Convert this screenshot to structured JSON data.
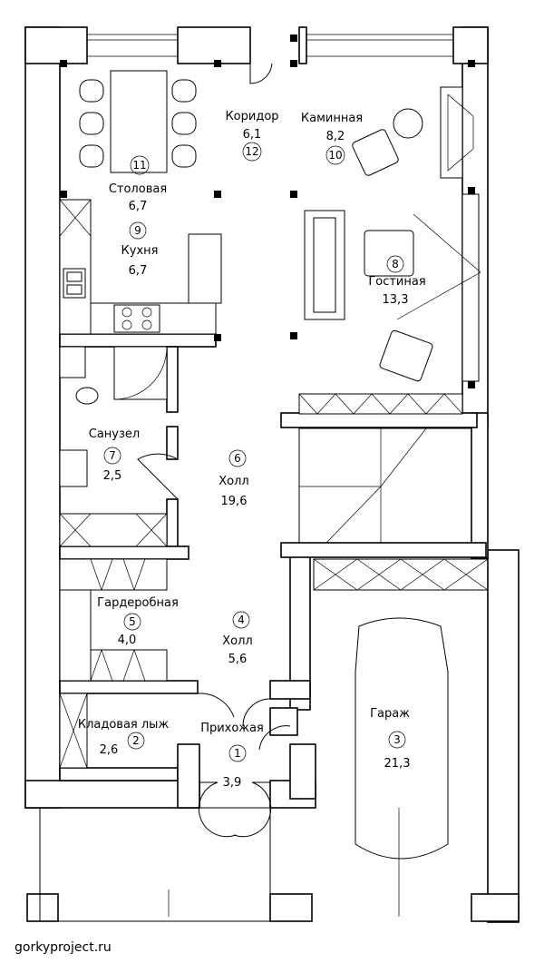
{
  "rooms": [
    {
      "id": "r1",
      "name": "Прихожая",
      "area": "3,9",
      "num": "1"
    },
    {
      "id": "r2",
      "name": "Кладовая лыж",
      "area": "2,6",
      "num": "2"
    },
    {
      "id": "r3",
      "name": "Гараж",
      "area": "21,3",
      "num": "3"
    },
    {
      "id": "r4",
      "name": "Холл",
      "area": "5,6",
      "num": "4"
    },
    {
      "id": "r5",
      "name": "Гардеробная",
      "area": "4,0",
      "num": "5"
    },
    {
      "id": "r6",
      "name": "Холл",
      "area": "19,6",
      "num": "6"
    },
    {
      "id": "r7",
      "name": "Санузел",
      "area": "2,5",
      "num": "7"
    },
    {
      "id": "r8",
      "name": "Гостиная",
      "area": "13,3",
      "num": "8"
    },
    {
      "id": "r9",
      "name": "Кухня",
      "area": "6,7",
      "num": "9"
    },
    {
      "id": "r10",
      "name": "Каминная",
      "area": "8,2",
      "num": "10"
    },
    {
      "id": "r11",
      "name": "Столовая",
      "area": "6,7",
      "num": "11"
    },
    {
      "id": "r12",
      "name": "Коридор",
      "area": "6,1",
      "num": "12"
    }
  ],
  "credit": "gorkyproject.ru"
}
